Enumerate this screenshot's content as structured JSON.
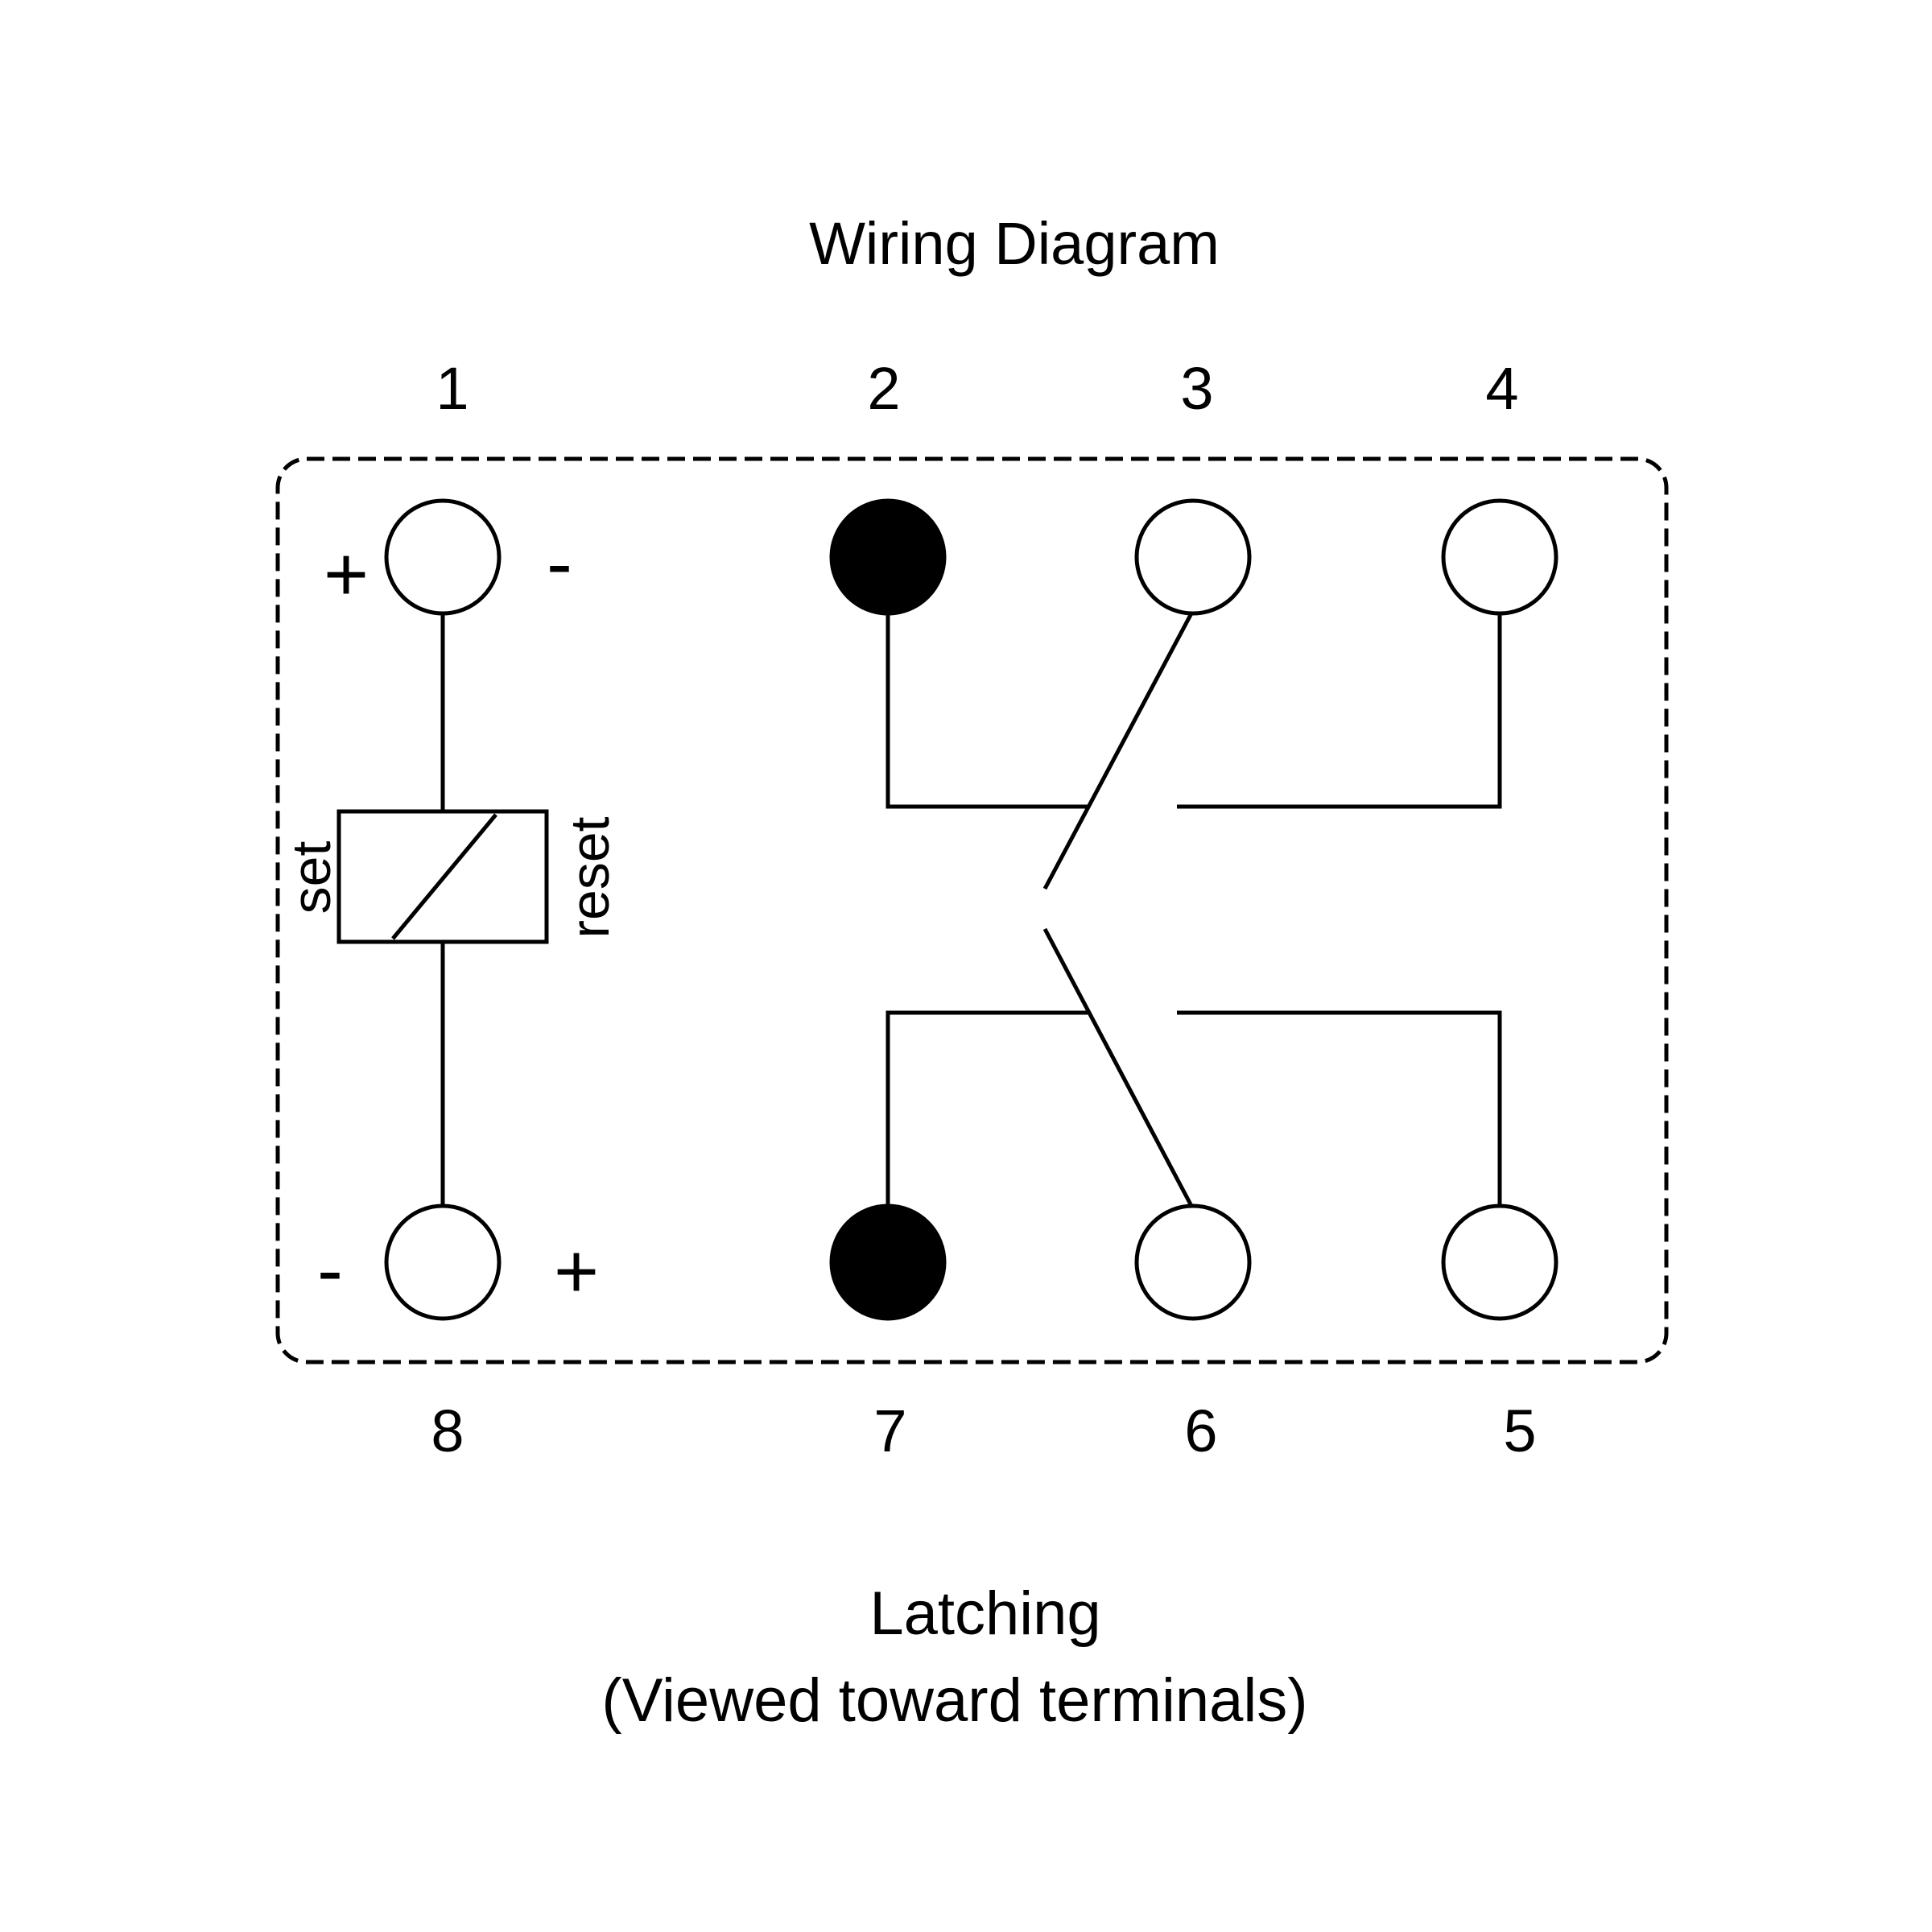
{
  "title": "Wiring Diagram",
  "colors": {
    "ink": "#000000",
    "background": "#ffffff"
  },
  "terminals": {
    "t1": "1",
    "t2": "2",
    "t3": "3",
    "t4": "4",
    "t5": "5",
    "t6": "6",
    "t7": "7",
    "t8": "8"
  },
  "polarity": {
    "t1_left": "+",
    "t1_right": "-",
    "t8_left": "-",
    "t8_right": "+"
  },
  "coil": {
    "set_label": "set",
    "reset_label": "reset"
  },
  "caption": {
    "line1": "Latching",
    "line2": "(Viewed toward terminals)"
  }
}
